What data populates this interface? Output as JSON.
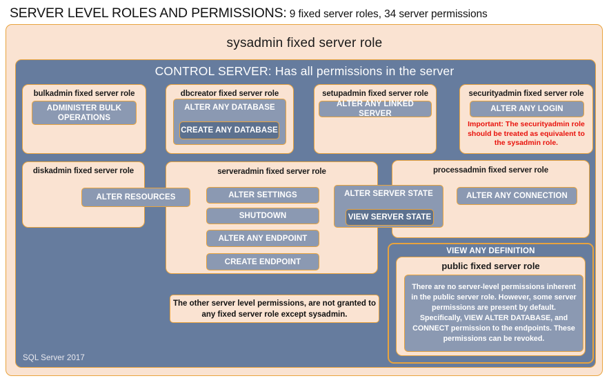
{
  "title": {
    "main": "SERVER LEVEL ROLES AND PERMISSIONS:",
    "sub": " 9 fixed server roles, 34 server permissions"
  },
  "frame": {
    "sysadmin_label": "sysadmin fixed server role",
    "control_server_label": "CONTROL SERVER: Has all permissions in the server",
    "footer": "SQL Server 2017"
  },
  "roles": {
    "bulkadmin": {
      "label": "bulkadmin  fixed server role",
      "permissions": [
        {
          "name": "ADMINISTER BULK OPERATIONS"
        }
      ]
    },
    "dbcreator": {
      "label": "dbcreator fixed server role",
      "permissions": [
        {
          "name": "ALTER ANY DATABASE"
        },
        {
          "name": "CREATE ANY DATABASE"
        }
      ]
    },
    "setupadmin": {
      "label": "setupadmin fixed server role",
      "permissions": [
        {
          "name": "ALTER ANY LINKED SERVER"
        }
      ]
    },
    "securityadmin": {
      "label": "securityadmin  fixed server role",
      "permissions": [
        {
          "name": "ALTER ANY LOGIN"
        }
      ],
      "warning": "Important:  The securityadmin role should  be treated as equivalent to the sysadmin role."
    },
    "diskadmin": {
      "label": "diskadmin fixed server role",
      "permissions": [
        {
          "name": "ALTER RESOURCES"
        }
      ]
    },
    "serveradmin": {
      "label": "serveradmin fixed server role",
      "permissions": [
        {
          "name": "ALTER SETTINGS"
        },
        {
          "name": "SHUTDOWN"
        },
        {
          "name": "ALTER ANY ENDPOINT"
        },
        {
          "name": "CREATE ENDPOINT"
        },
        {
          "name": "ALTER SERVER STATE"
        },
        {
          "name": "VIEW SERVER STATE"
        }
      ]
    },
    "processadmin": {
      "label": "processadmin fixed server role",
      "permissions": [
        {
          "name": "ALTER ANY CONNECTION"
        }
      ]
    },
    "public": {
      "outer_permission": "VIEW ANY DEFINITION",
      "label": "public  fixed server role",
      "description": "There are no server-level permissions inherent in the public server role. However, some server permissions are present by default. Specifically, VIEW ALTER DATABASE, and CONNECT permission to the endpoints. These permissions can be revoked."
    }
  },
  "notes": {
    "other_permissions": "The other server level permissions, are not granted to any fixed server role except sysadmin."
  },
  "colors": {
    "peach": "#fae3d2",
    "slate": "#667c9e",
    "permission": "#8b99b2",
    "permission_nested": "#5c718f",
    "border_gold": "#e8a33d",
    "warning_red": "#e8120c"
  }
}
